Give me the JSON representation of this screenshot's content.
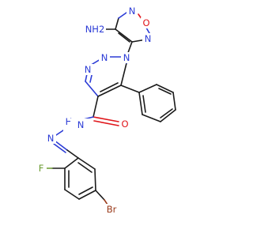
{
  "molecule": {
    "atom_labels": {
      "nh2": "NH2",
      "o_furazan": "O",
      "n_furazan_top": "N",
      "n_furazan_right": "N",
      "n1_triazole": "N",
      "n2_triazole": "N",
      "n3_triazole": "N",
      "o_carbonyl": "O",
      "nh_hydrazide": "N",
      "h_hydrazide": "H",
      "n_imine": "N",
      "f": "F",
      "br": "Br"
    },
    "colors": {
      "carbon": "#1a1a1a",
      "nitrogen": "#2b3bd6",
      "oxygen": "#e0161b",
      "fluorine": "#6a9a2f",
      "bromine": "#9a3a1a"
    }
  }
}
